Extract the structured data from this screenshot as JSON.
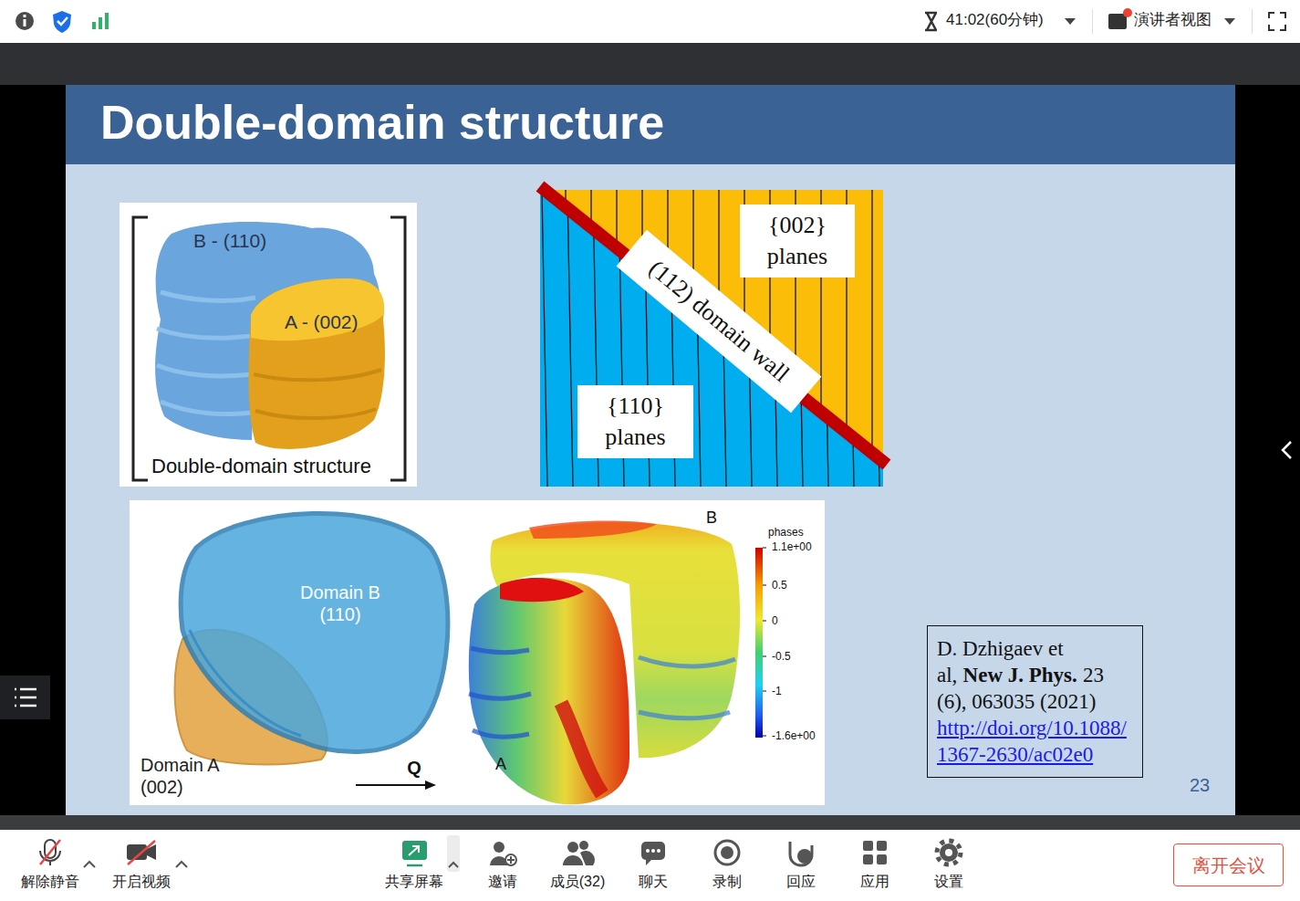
{
  "diagram": {
    "title": "Double-domain structure",
    "nodes": [
      {
        "text": [
          "{002} planes"
        ]
      },
      {
        "text": [
          "(112) domain wall"
        ]
      },
      {
        "text": [
          "{110} planes"
        ]
      },
      {
        "text": [
          "D. Dzhigaev et al,",
          "New J. Phys.",
          "23 (6), 063035 (2021)",
          "http://doi.org/10.1088/1367-2630/ac02e0"
        ]
      },
      {
        "text": [
          "离开会议"
        ]
      }
    ],
    "labels": [
      "41:02(60分钟)",
      "演讲者视图",
      "B - (110)",
      "A - (002)",
      "Double-domain structure",
      "Domain B (110)",
      "Domain A (002)",
      "Q",
      "B",
      "A",
      "phases",
      "1.1e+00",
      "0.5",
      "0",
      "-0.5",
      "-1",
      "-1.6e+00",
      "23",
      "解除静音",
      "开启视频",
      "共享屏幕",
      "邀请",
      "成员(32)",
      "聊天",
      "录制",
      "回应",
      "应用",
      "设置"
    ]
  }
}
